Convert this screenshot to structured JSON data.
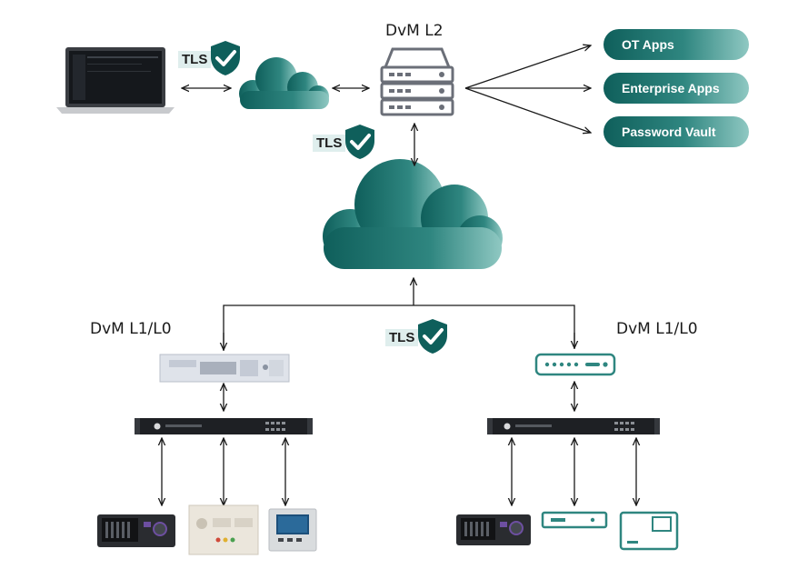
{
  "labels": {
    "top_server": "DvM L2",
    "left_edge": "DvM L1/L0",
    "right_edge": "DvM L1/L0"
  },
  "apps": [
    "OT Apps",
    "Enterprise Apps",
    "Password Vault"
  ],
  "tls_badge": "TLS",
  "colors": {
    "teal_dark": "#0f5f5b",
    "teal_light": "#8fc8c2",
    "line": "#1a1a1a",
    "server_gray": "#6b6f78",
    "device_teal": "#2f8680"
  }
}
